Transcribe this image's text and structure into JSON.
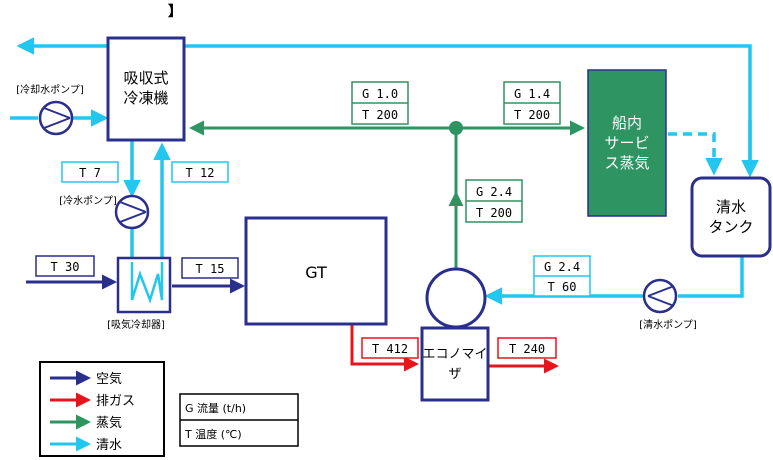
{
  "colors": {
    "air": "#2b2f8c",
    "exhaust": "#e8141c",
    "steam": "#2e9462",
    "water": "#23c6ee",
    "box": "#2b2f8c",
    "steam_box": "#2e9462"
  },
  "corner_mark": "】",
  "nodes": {
    "chiller": [
      "吸収式",
      "冷凍機"
    ],
    "ship_steam": [
      "船内",
      "サービ",
      "ス蒸気"
    ],
    "water_tank": [
      "清水",
      "タンク"
    ],
    "gt": "GT",
    "economizer": [
      "エコノマイ",
      "ザ"
    ],
    "air_cooler": "[吸気冷却器]",
    "cooling_pump": "[冷却水ポンプ]",
    "chilled_pump": "[冷水ポンプ]",
    "fresh_pump": "[清水ポンプ]"
  },
  "labels": {
    "g10": "G 1.0",
    "t200_a": "T 200",
    "g14": "G 1.4",
    "t200_b": "T 200",
    "g24_steam": "G 2.4",
    "t200_c": "T 200",
    "t7": "T 7",
    "t12": "T 12",
    "t30": "T 30",
    "t15": "T 15",
    "t412": "T 412",
    "t240": "T 240",
    "g24_water": "G 2.4",
    "t60": "T 60"
  },
  "legend": {
    "items": [
      {
        "key": "air",
        "label": "空気"
      },
      {
        "key": "exhaust",
        "label": "排ガス"
      },
      {
        "key": "steam",
        "label": "蒸気"
      },
      {
        "key": "water",
        "label": "清水"
      }
    ]
  },
  "units": {
    "flow": "G 流量 (t/h)",
    "temp": "T 温度 (℃)"
  }
}
